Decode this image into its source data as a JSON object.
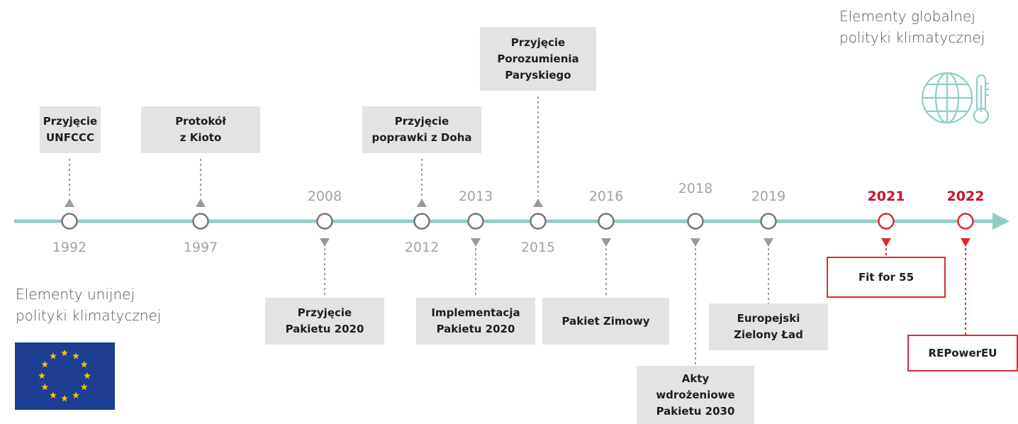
{
  "headings": {
    "global": "Elementy globalnej\npolityki klimatycznej",
    "eu": "Elementy unijnej\npolityki klimatycznej"
  },
  "icons": {
    "global": "globe-thermometer-icon",
    "eu": "eu-flag-icon"
  },
  "colors": {
    "timeline": "#8dcfc6",
    "connector": "#9a9a9a",
    "red": "#d42d33",
    "box_fill": "#e3e3e3"
  },
  "events": [
    {
      "year": "1992",
      "label": "Przyjęcie\nUNFCCC",
      "group": "global"
    },
    {
      "year": "1997",
      "label": "Protokół\nz Kioto",
      "group": "global"
    },
    {
      "year": "2008",
      "label": "Przyjęcie\nPakietu 2020",
      "group": "eu"
    },
    {
      "year": "2012",
      "label": "Przyjęcie\npoprawki z Doha",
      "group": "global"
    },
    {
      "year": "2013",
      "label": "Implementacja\nPakietu 2020",
      "group": "eu"
    },
    {
      "year": "2015",
      "label": "Przyjęcie\nPorozumienia\nParyskiego",
      "group": "global"
    },
    {
      "year": "2016",
      "label": "Pakiet Zimowy",
      "group": "eu"
    },
    {
      "year": "2018",
      "label": "Akty\nwdrożeniowe\nPakietu 2030",
      "group": "eu"
    },
    {
      "year": "2019",
      "label": "Europejski\nZielony Ład",
      "group": "eu"
    },
    {
      "year": "2021",
      "label": "Fit for 55",
      "group": "eu",
      "highlight": true
    },
    {
      "year": "2022",
      "label": "REPowerEU",
      "group": "eu",
      "highlight": true
    }
  ]
}
